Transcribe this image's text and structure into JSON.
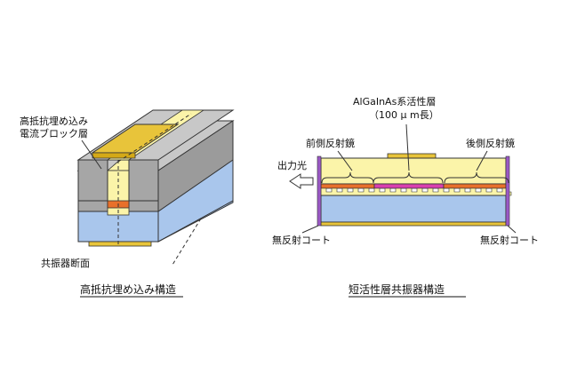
{
  "left": {
    "label_layer_line1": "高抵抗埋め込み",
    "label_layer_line2": "電流ブロック層",
    "label_cross_section": "共振器断面",
    "caption": "高抵抗埋め込み構造"
  },
  "right": {
    "label_active_line1": "AlGaInAs系活性層",
    "label_active_line2": "（100 μ m長）",
    "label_front_mirror": "前側反射鏡",
    "label_rear_mirror": "後側反射鏡",
    "label_output_light": "出力光",
    "label_ar_coat_left": "無反射コート",
    "label_ar_coat_right": "無反射コート",
    "caption": "短活性層共振器構造"
  },
  "colors": {
    "substrate_blue": "#a9c6ec",
    "gray_block": "#a6a6a6",
    "yellow_pale": "#fbf4a9",
    "gold_electrode": "#e8c43a",
    "active_orange": "#e8702a",
    "active_magenta": "#d93fae",
    "coat_purple": "#9b59c6"
  }
}
